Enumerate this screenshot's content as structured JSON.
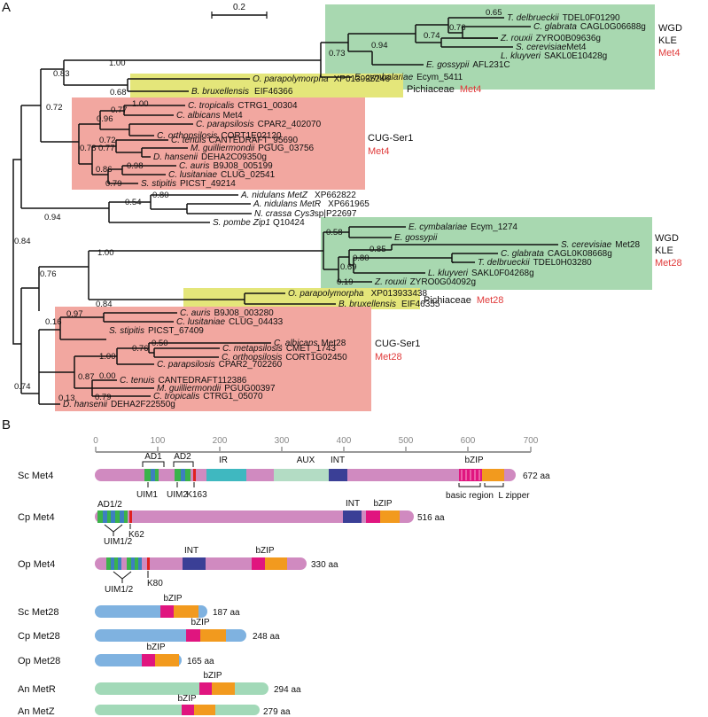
{
  "panel_labels": {
    "a": "A",
    "b": "B"
  },
  "scale_bar": {
    "label": "0.2"
  },
  "clades": {
    "wgd_kle_met4": {
      "line1": "WGD",
      "line2": "KLE",
      "gene": "Met4"
    },
    "pichiaceae_met4": {
      "name": "Pichiaceae",
      "gene": "Met4"
    },
    "cug_ser1_met4": {
      "name": "CUG-Ser1",
      "gene": "Met4"
    },
    "wgd_kle_met28": {
      "line1": "WGD",
      "line2": "KLE",
      "gene": "Met28"
    },
    "pichiaceae_met28": {
      "name": "Pichiaceae",
      "gene": "Met28"
    },
    "cug_ser1_met28": {
      "name": "CUG-Ser1",
      "gene": "Met28"
    }
  },
  "leaves": [
    {
      "sp": "T. delbrueckii",
      "id": "TDEL0F01290"
    },
    {
      "sp": "C. glabrata",
      "id": "CAGL0G06688g"
    },
    {
      "sp": "Z. rouxii",
      "id": "ZYRO0B09636g"
    },
    {
      "sp": "S. cerevisiae",
      "id": "Met4"
    },
    {
      "sp": "E. gossypii",
      "id": "AFL231C"
    },
    {
      "sp": "L. kluyveri",
      "id": "SAKL0E10428g"
    },
    {
      "sp": "E. cymbalariae",
      "id": "Ecym_5411"
    },
    {
      "sp": "O. parapolymorpha",
      "id": "XP013935246"
    },
    {
      "sp": "B. bruxellensis",
      "id": "EIF46366"
    },
    {
      "sp": "C. tropicalis",
      "id": "CTRG1_00304"
    },
    {
      "sp": "C. albicans",
      "id": "Met4"
    },
    {
      "sp": "C. parapsilosis",
      "id": "CPAR2_402070"
    },
    {
      "sp": "C. orthopsilosis",
      "id": "CORT1E02120"
    },
    {
      "sp": "C. tenuis",
      "id": "CANTEDRAFT_95690"
    },
    {
      "sp": "M. guilliermondii",
      "id": "PGUG_03756"
    },
    {
      "sp": "D. hansenii",
      "id": "DEHA2C09350g"
    },
    {
      "sp": "C. auris",
      "id": "B9J08_005199"
    },
    {
      "sp": "C. lusitaniae",
      "id": "CLUG_02541"
    },
    {
      "sp": "S. stipitis",
      "id": "PICST_49214"
    },
    {
      "sp": "A. nidulans MetZ",
      "id": "XP662822"
    },
    {
      "sp": "A. nidulans MetR",
      "id": "XP661965"
    },
    {
      "sp": "N. crassa Cys3",
      "id": "sp|P22697"
    },
    {
      "sp": "S. pombe Zip1",
      "id": "Q10424"
    },
    {
      "sp": "E. cymbalariae",
      "id": "Ecym_1274"
    },
    {
      "sp": "E. gossypii",
      "id": ""
    },
    {
      "sp": "S. cerevisiae",
      "id": "Met28"
    },
    {
      "sp": "C. glabrata",
      "id": "CAGL0K08668g"
    },
    {
      "sp": "T. delbrueckii",
      "id": "TDEL0H03280"
    },
    {
      "sp": "L. kluyveri",
      "id": "SAKL0F04268g"
    },
    {
      "sp": "Z. rouxii",
      "id": "ZYRO0G04092g"
    },
    {
      "sp": "O. parapolymorpha",
      "id": "XP013933438"
    },
    {
      "sp": "B. bruxellensis",
      "id": "EIF46355"
    },
    {
      "sp": "C. auris",
      "id": "B9J08_003280"
    },
    {
      "sp": "C. lusitaniae",
      "id": "CLUG_04433"
    },
    {
      "sp": "S. stipitis",
      "id": "PICST_67409"
    },
    {
      "sp": "C. albicans",
      "id": "Met28"
    },
    {
      "sp": "C. metapsilosis",
      "id": "CMET_1743"
    },
    {
      "sp": "C. orthopsilosis",
      "id": "CORT1G02450"
    },
    {
      "sp": "C. parapsilosis",
      "id": "CPAR2_702260"
    },
    {
      "sp": "C. tenuis",
      "id": "CANTEDRAFT112386"
    },
    {
      "sp": "M. guilliermondii",
      "id": "PGUG00397"
    },
    {
      "sp": "C. tropicalis",
      "id": "CTRG1_05070"
    },
    {
      "sp": "D. hansenii",
      "id": "DEHA2F22550g"
    }
  ],
  "support": [
    "0.65",
    "0.76",
    "0.74",
    "0.94",
    "0.73",
    "1.00",
    "0.83",
    "0.68",
    "0.72",
    "1.00",
    "0.77",
    "0.96",
    "0.78",
    "0.72",
    "0.77",
    "0.86",
    "0.98",
    "0.79",
    "0.80",
    "0.54",
    "0.94",
    "0.84",
    "0.58",
    "0.85",
    "0.80",
    "0.69",
    "0.19",
    "1.00",
    "0.76",
    "0.84",
    "0.97",
    "0.16",
    "0.50",
    "0.76",
    "1.00",
    "0.00",
    "0.87",
    "0.79",
    "0.13",
    "0.74"
  ],
  "ruler": {
    "ticks": [
      "0",
      "100",
      "200",
      "300",
      "400",
      "500",
      "600",
      "700"
    ]
  },
  "proteins": [
    {
      "name": "Sc Met4",
      "length": "672 aa",
      "labels": {
        "ad1": "AD1",
        "ad2": "AD2",
        "ir": "IR",
        "aux": "AUX",
        "int": "INT",
        "bzip": "bZIP",
        "uim1": "UIM1",
        "uim2": "UIM2",
        "k": "K163",
        "basic": "basic region",
        "lzip": "L zipper"
      }
    },
    {
      "name": "Cp Met4",
      "length": "516 aa",
      "labels": {
        "ad": "AD1/2",
        "int": "INT",
        "bzip": "bZIP",
        "uim": "UIM1/2",
        "k": "K62"
      }
    },
    {
      "name": "Op Met4",
      "length": "330 aa",
      "labels": {
        "int": "INT",
        "bzip": "bZIP",
        "uim": "UIM1/2",
        "k": "K80"
      }
    },
    {
      "name": "Sc Met28",
      "length": "187 aa",
      "labels": {
        "bzip": "bZIP"
      }
    },
    {
      "name": "Cp Met28",
      "length": "248 aa",
      "labels": {
        "bzip": "bZIP"
      }
    },
    {
      "name": "Op Met28",
      "length": "165 aa",
      "labels": {
        "bzip": "bZIP"
      }
    },
    {
      "name": "An MetR",
      "length": "294 aa",
      "labels": {
        "bzip": "bZIP"
      }
    },
    {
      "name": "An MetZ",
      "length": "279 aa",
      "labels": {
        "bzip": "bZIP"
      }
    }
  ],
  "colors": {
    "met4_body": "#d08ac0",
    "met28_body": "#7fb2e0",
    "an_body": "#a2d9b8",
    "wgd_box": "#a8d8b0",
    "pichia_box": "#e4e67a",
    "cug_box": "#f2a7a0",
    "ir": "#3fb8c0",
    "aux": "#b3dcc4",
    "int": "#3a3f96",
    "bzip_basic": "#e0157f",
    "bzip_zipper": "#f29a1e",
    "uim_green": "#3bb34a",
    "uim_blue": "#3d7fc0",
    "lysine": "#e02020",
    "accent_red": "#e03a3a"
  }
}
